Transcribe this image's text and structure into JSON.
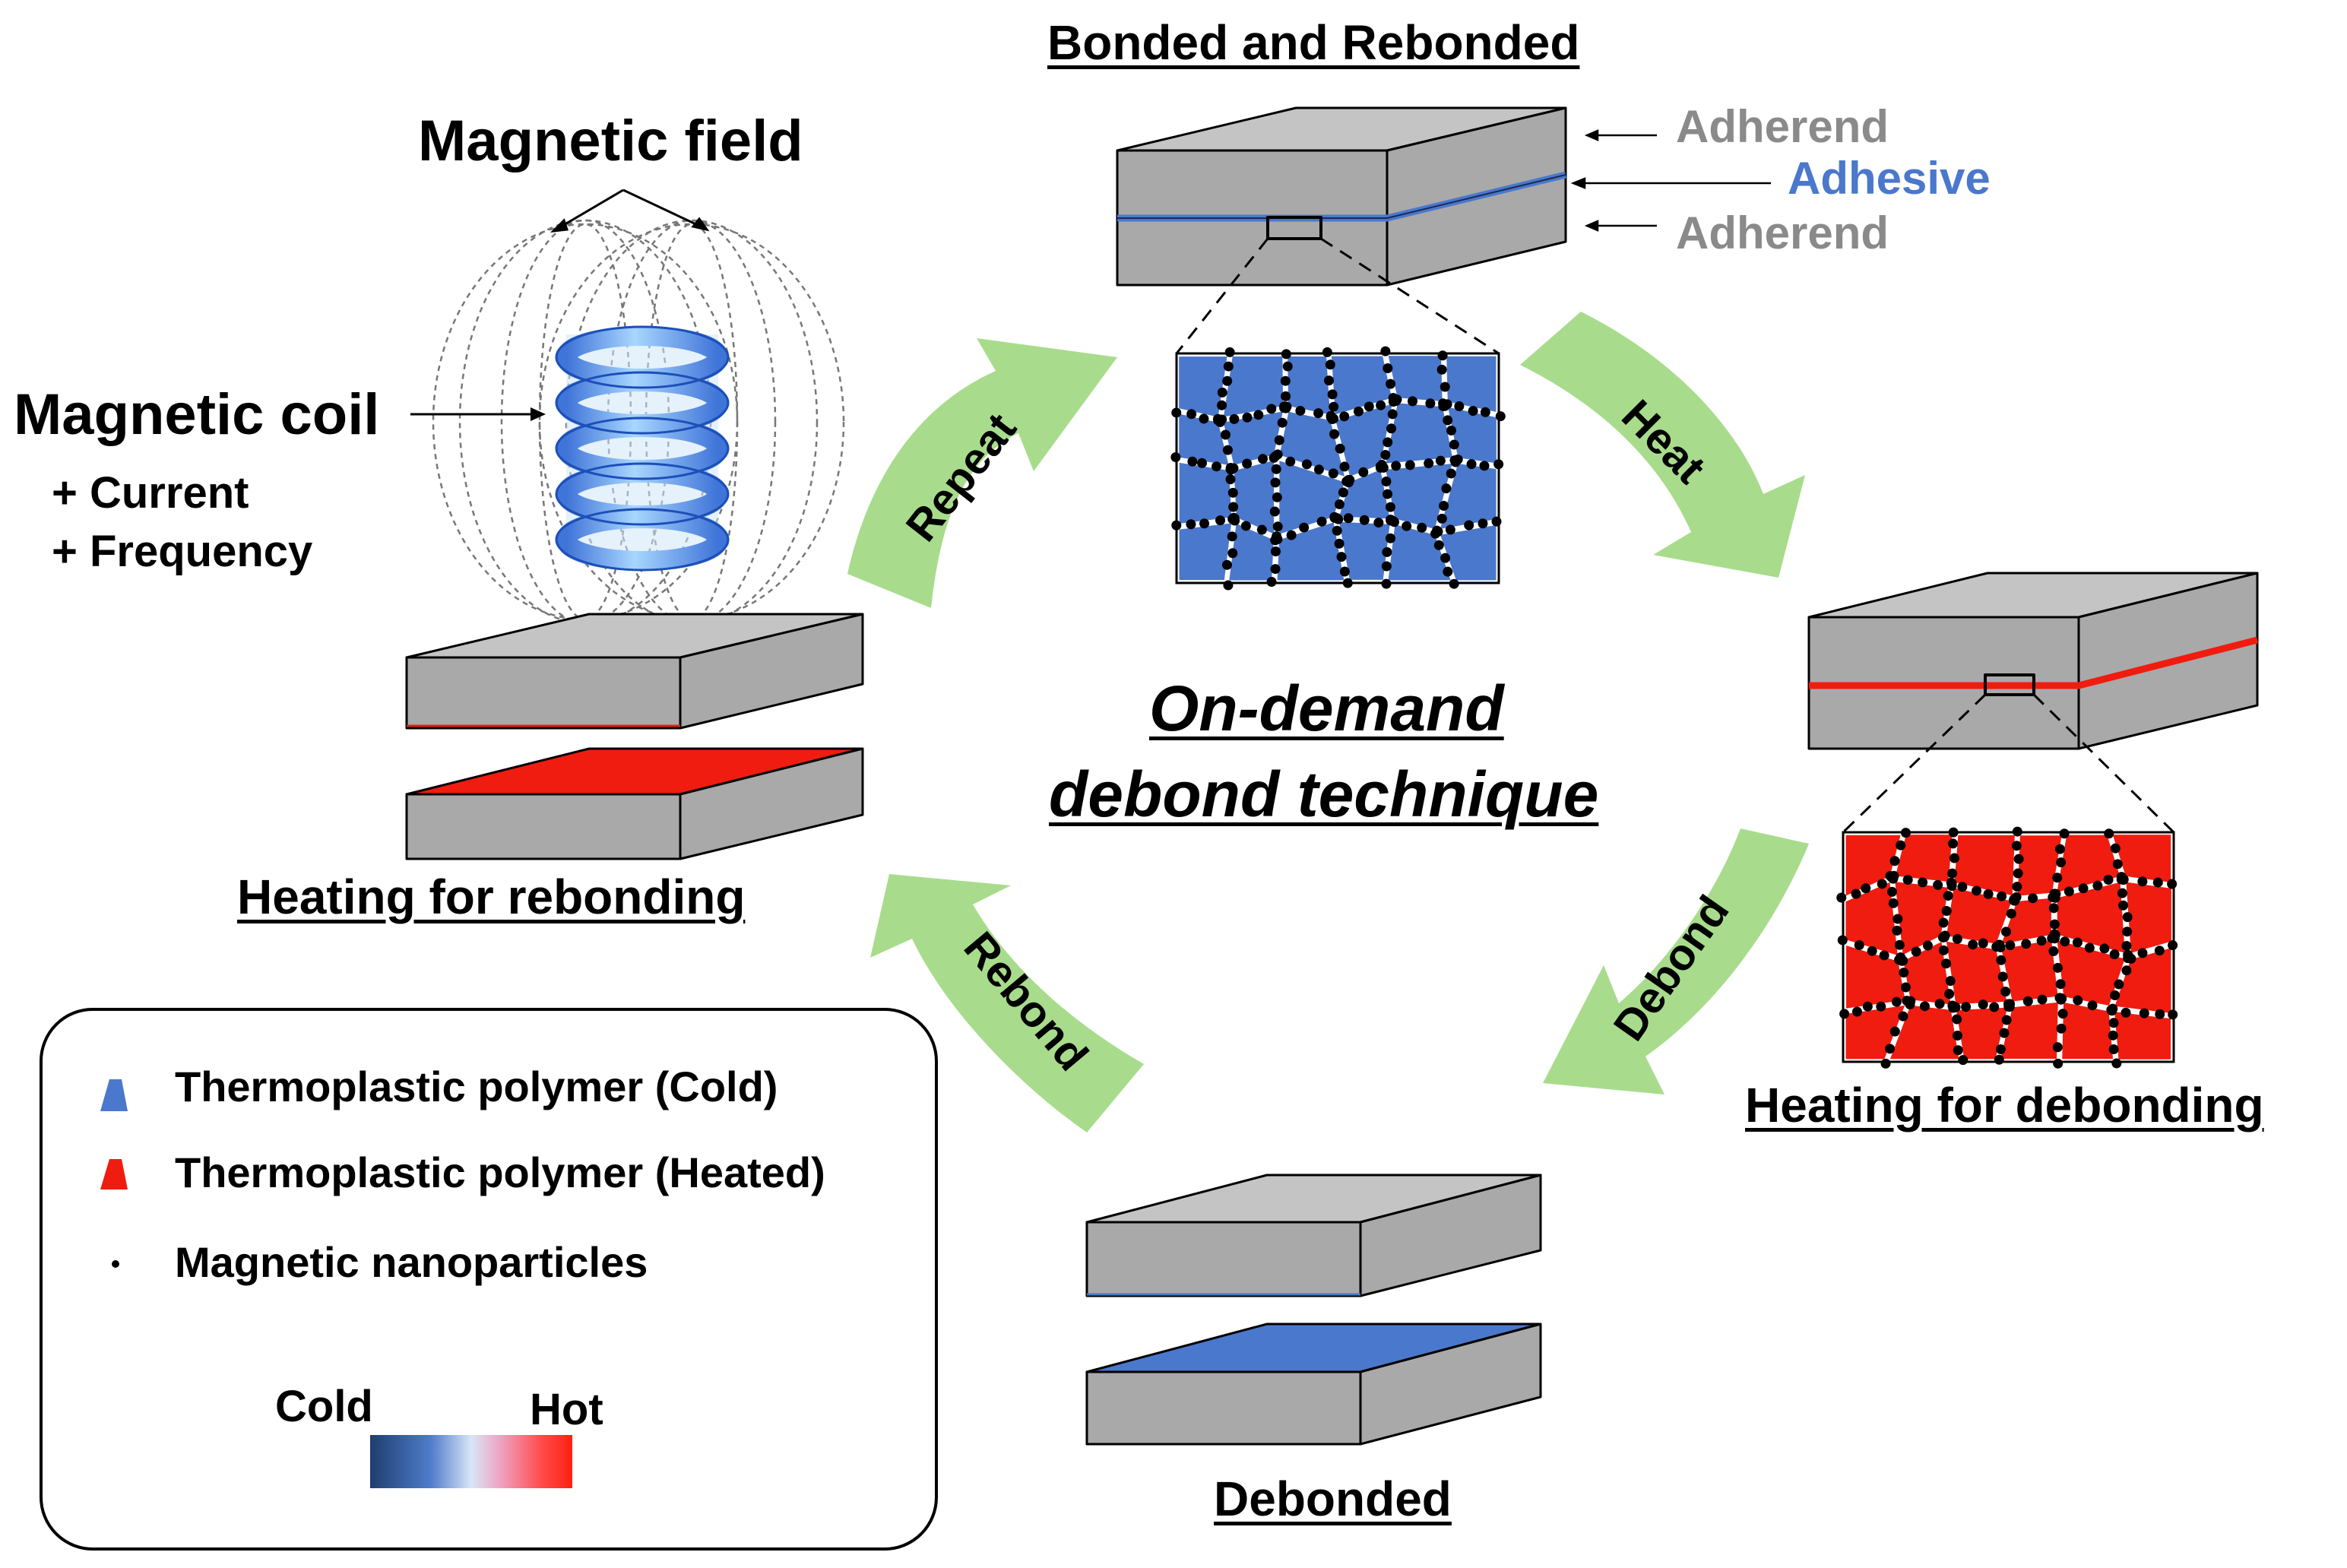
{
  "labels": {
    "magnetic_field": "Magnetic field",
    "magnetic_coil": "Magnetic coil",
    "current": "+ Current",
    "frequency": "+ Frequency",
    "bonded_rebonded": "Bonded and Rebonded",
    "adherend_top": "Adherend",
    "adhesive": "Adhesive",
    "adherend_bottom": "Adherend",
    "heating_rebonding": "Heating for rebonding",
    "heating_debonding": "Heating for debonding",
    "debonded": "Debonded",
    "center_title_line1": "On-demand",
    "center_title_line2": "debond technique"
  },
  "arrows": {
    "repeat": "Repeat",
    "heat": "Heat",
    "debond": "Debond",
    "rebond": "Rebond"
  },
  "legend": {
    "items": [
      {
        "label": "Thermoplastic polymer (Cold)",
        "icon": "blue-polygon-icon"
      },
      {
        "label": "Thermoplastic polymer (Heated)",
        "icon": "red-polygon-icon"
      },
      {
        "label": "Magnetic nanoparticles",
        "icon": "black-dot-icon"
      }
    ],
    "scale_cold": "Cold",
    "scale_hot": "Hot"
  },
  "colors": {
    "cold": "#4a78cc",
    "hot": "#f01c10",
    "arrow": "#a8dc8c",
    "block_front": "#a8a8a8",
    "block_top": "#c4c4c4",
    "adherend_text": "#8a8a8a",
    "adhesive_text": "#4a78cc"
  }
}
